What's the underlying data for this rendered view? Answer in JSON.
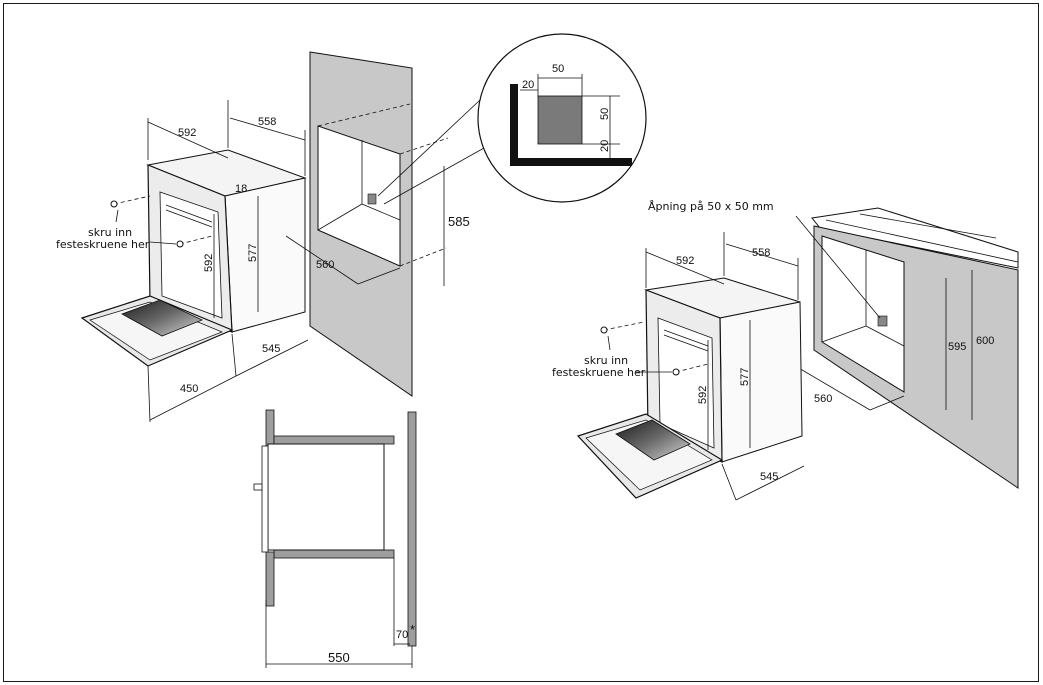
{
  "left_oven": {
    "dims": {
      "width_top": "592",
      "depth_top": "558",
      "front_gap": "18",
      "height_side": "577",
      "door_height": "592",
      "depth_bottom": "545",
      "door_depth": "450"
    },
    "screw_label_line1": "skru inn",
    "screw_label_line2": "festeskruene her"
  },
  "wall_cabinet": {
    "height": "585",
    "depth": "560"
  },
  "detail_circle": {
    "dim_top": "50",
    "dim_left": "20",
    "dim_right": "50",
    "dim_bottom": "20"
  },
  "section_view": {
    "gap": "70",
    "asterisk": "*",
    "depth": "550"
  },
  "right_oven": {
    "opening_label": "Åpning på 50 x 50 mm",
    "dims": {
      "width_top": "592",
      "depth_top": "558",
      "height_side": "577",
      "door_height": "592",
      "depth_bottom": "545",
      "cabinet_depth": "560",
      "inner_height": "595",
      "outer_height": "600"
    },
    "screw_label_line1": "skru inn",
    "screw_label_line2": "festeskruene her"
  },
  "colors": {
    "wall_gray": "#c8c8c8",
    "hatch_gray": "#9e9e9e",
    "glass_dark": "#3a3a3a",
    "line": "#111111"
  }
}
